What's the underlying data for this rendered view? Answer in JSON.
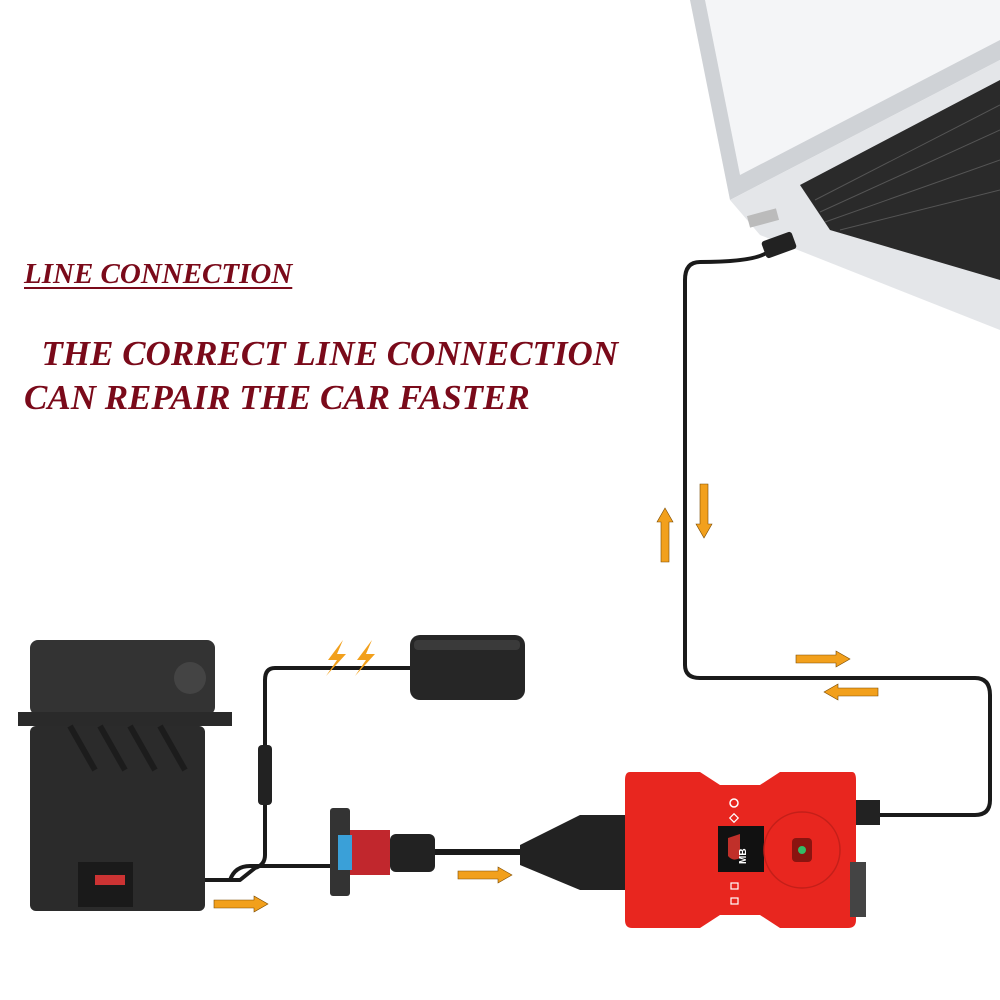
{
  "heading": "LINE CONNECTION",
  "tagline_line1": "  THE CORRECT LINE CONNECTION",
  "tagline_line2": "CAN REPAIR THE CAR FASTER",
  "device": {
    "screen_label": "MB"
  },
  "colors": {
    "text": "#7a0a1a",
    "arrow": "#f2a01c",
    "device": "#e8261f",
    "cable": "#1a1a1a",
    "ecu_box": "#2b2b2b"
  }
}
